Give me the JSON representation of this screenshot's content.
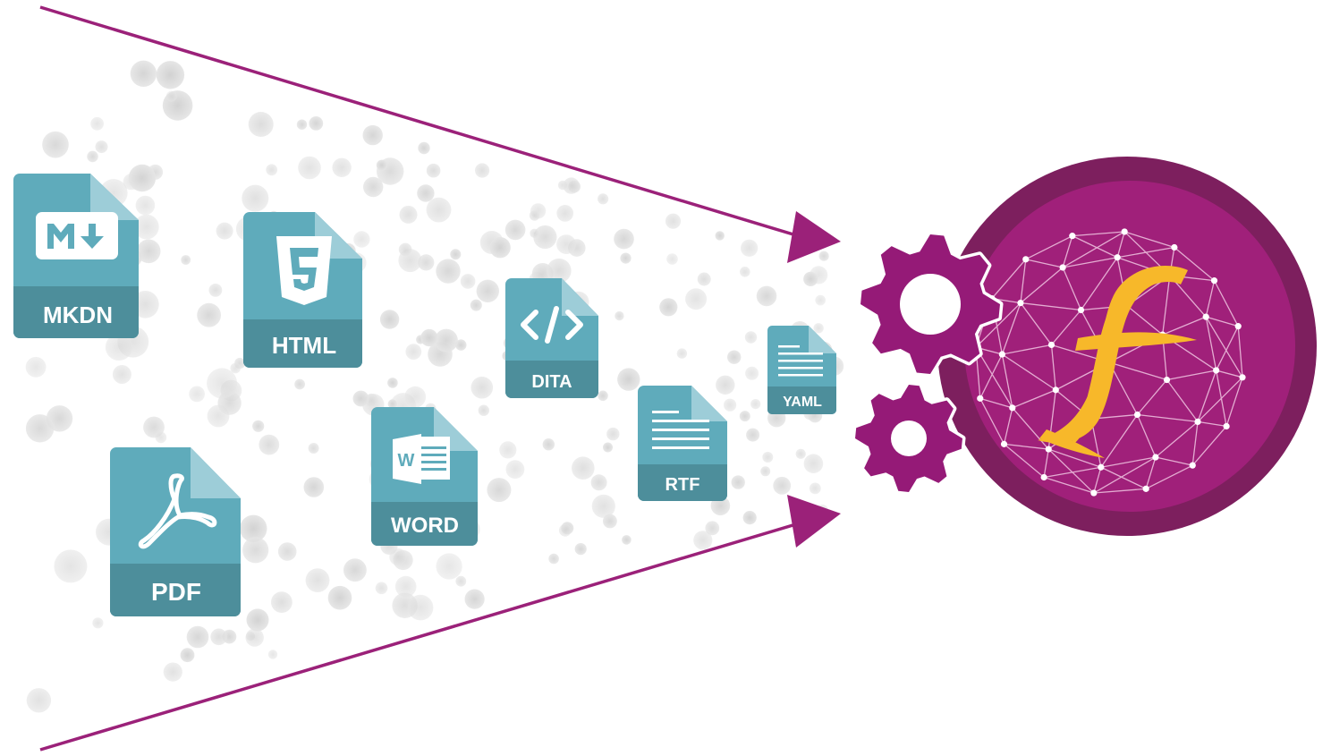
{
  "colors": {
    "doc_body": "#5fabbb",
    "doc_band": "#4d8e9b",
    "doc_fold": "#9dcdd8",
    "accent_purple": "#a0207a",
    "accent_purple_dark": "#7d1f5e",
    "gear_purple": "#951a77",
    "logo_yellow": "#f7b82a",
    "dot_gray": "#d6d6d6"
  },
  "documents": [
    {
      "id": "mkdn",
      "label": "MKDN",
      "icon": "markdown-icon"
    },
    {
      "id": "html",
      "label": "HTML",
      "icon": "html5-icon"
    },
    {
      "id": "pdf",
      "label": "PDF",
      "icon": "acrobat-icon"
    },
    {
      "id": "word",
      "label": "WORD",
      "icon": "word-icon"
    },
    {
      "id": "dita",
      "label": "DITA",
      "icon": "code-icon"
    },
    {
      "id": "rtf",
      "label": "RTF",
      "icon": "text-lines-icon"
    },
    {
      "id": "yaml",
      "label": "YAML",
      "icon": "text-lines-icon"
    }
  ],
  "processor": {
    "gears": [
      "gear-icon",
      "gear-icon"
    ],
    "logo": "f-logo-icon"
  }
}
